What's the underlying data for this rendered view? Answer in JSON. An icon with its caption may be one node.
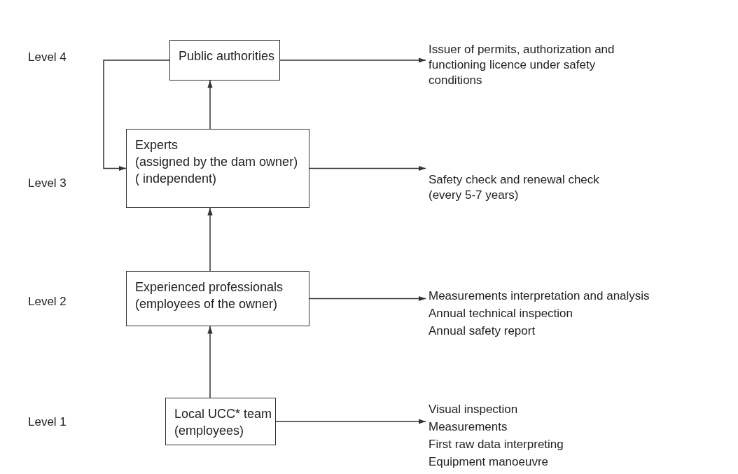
{
  "diagram": {
    "nodes": [
      {
        "text": [
          "Public authorities"
        ]
      },
      {
        "text": [
          "Experts",
          "(assigned by the dam owner)",
          "( independent)"
        ]
      },
      {
        "text": [
          "Experienced professionals",
          "(employees of the owner)"
        ]
      },
      {
        "text": [
          "Local UCC* team",
          "(employees)"
        ]
      },
      {
        "text": [
          "Issuer of permits, authorization and functioning licence under safety conditions"
        ]
      },
      {
        "text": [
          "Safety check and renewal check (every 5-7 years)"
        ]
      },
      {
        "text": [
          "Measurements interpretation and analysis",
          "Annual technical inspection",
          "Annual safety report"
        ]
      },
      {
        "text": [
          "Visual inspection",
          "Measurements",
          "First raw data interpreting",
          "Equipment manoeuvre"
        ]
      }
    ],
    "edges": [
      {
        "from": 3,
        "to": 2,
        "arrow": "to"
      },
      {
        "from": 2,
        "to": 1,
        "arrow": "to"
      },
      {
        "from": 1,
        "to": 0,
        "arrow": "to"
      },
      {
        "from": 0,
        "to": 1,
        "arrow": "to"
      },
      {
        "from": 0,
        "to": 4,
        "arrow": "to"
      },
      {
        "from": 1,
        "to": 5,
        "arrow": "to"
      },
      {
        "from": 2,
        "to": 6,
        "arrow": "to"
      },
      {
        "from": 3,
        "to": 7,
        "arrow": "to"
      }
    ],
    "labels": [
      "Level 4",
      "Level 3",
      "Level 2",
      "Level 1"
    ]
  }
}
